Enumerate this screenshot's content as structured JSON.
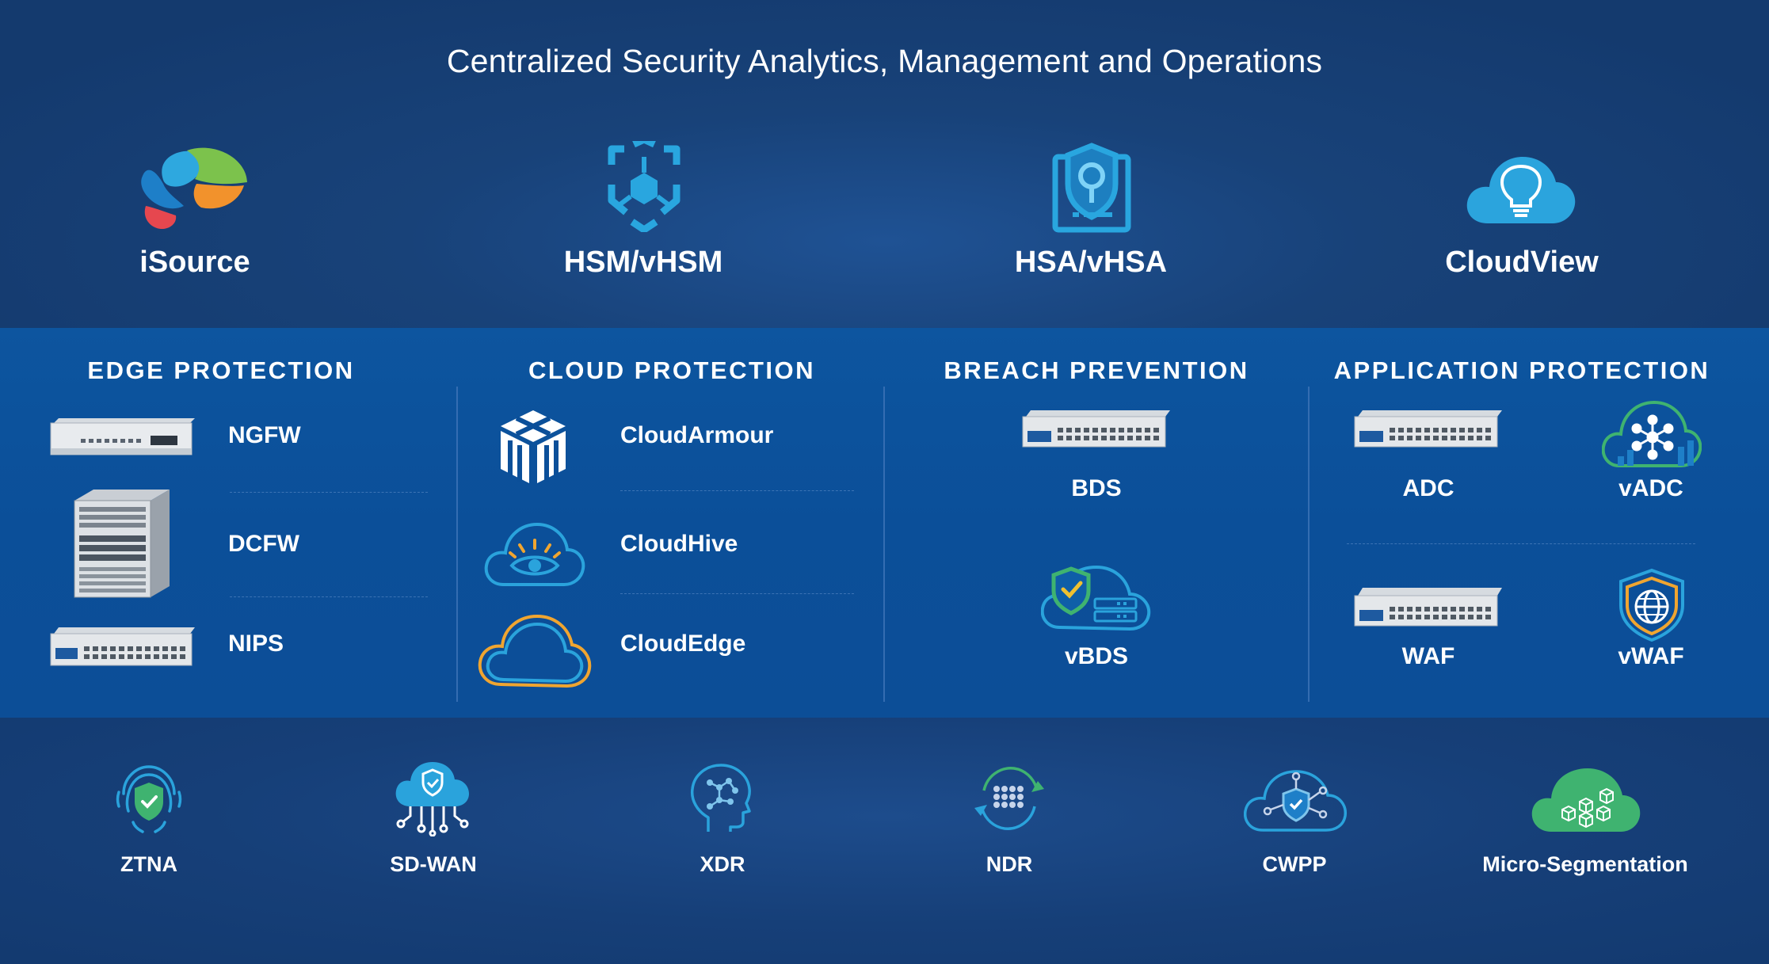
{
  "title": "Centralized Security Analytics, Management and Operations",
  "top_products": [
    {
      "label": "iSource",
      "icon": "isource-logo-icon"
    },
    {
      "label": "HSM/vHSM",
      "icon": "hsm-icon"
    },
    {
      "label": "HSA/vHSA",
      "icon": "hsa-icon"
    },
    {
      "label": "CloudView",
      "icon": "cloud-lightbulb-icon"
    }
  ],
  "sections": {
    "edge": {
      "heading": "EDGE PROTECTION",
      "items": [
        {
          "label": "NGFW",
          "icon": "rack-appliance-icon"
        },
        {
          "label": "DCFW",
          "icon": "chassis-appliance-icon"
        },
        {
          "label": "NIPS",
          "icon": "rack-appliance-icon"
        }
      ]
    },
    "cloud": {
      "heading": "CLOUD PROTECTION",
      "items": [
        {
          "label": "CloudArmour",
          "icon": "cube-armour-icon"
        },
        {
          "label": "CloudHive",
          "icon": "cloud-eye-icon"
        },
        {
          "label": "CloudEdge",
          "icon": "cloud-outline-icon"
        }
      ]
    },
    "breach": {
      "heading": "BREACH PREVENTION",
      "items": [
        {
          "label": "BDS",
          "icon": "rack-appliance-icon"
        },
        {
          "label": "vBDS",
          "icon": "cloud-shield-server-icon"
        }
      ]
    },
    "app": {
      "heading": "APPLICATION PROTECTION",
      "items": [
        {
          "label": "ADC",
          "icon": "rack-appliance-icon"
        },
        {
          "label": "vADC",
          "icon": "cloud-network-icon"
        },
        {
          "label": "WAF",
          "icon": "rack-appliance-icon"
        },
        {
          "label": "vWAF",
          "icon": "shield-globe-icon"
        }
      ]
    }
  },
  "bottom_products": [
    {
      "label": "ZTNA",
      "icon": "fingerprint-shield-icon"
    },
    {
      "label": "SD-WAN",
      "icon": "cloud-circuit-icon"
    },
    {
      "label": "XDR",
      "icon": "head-network-icon"
    },
    {
      "label": "NDR",
      "icon": "grid-cycle-icon"
    },
    {
      "label": "CWPP",
      "icon": "cloud-shield-nodes-icon"
    },
    {
      "label": "Micro-Segmentation",
      "icon": "cloud-cubes-icon"
    }
  ],
  "colors": {
    "background": "#163f78",
    "band": "#0b4f99",
    "accent_cyan": "#2aa3dc",
    "accent_orange": "#f0a530",
    "accent_green": "#3fb370"
  }
}
